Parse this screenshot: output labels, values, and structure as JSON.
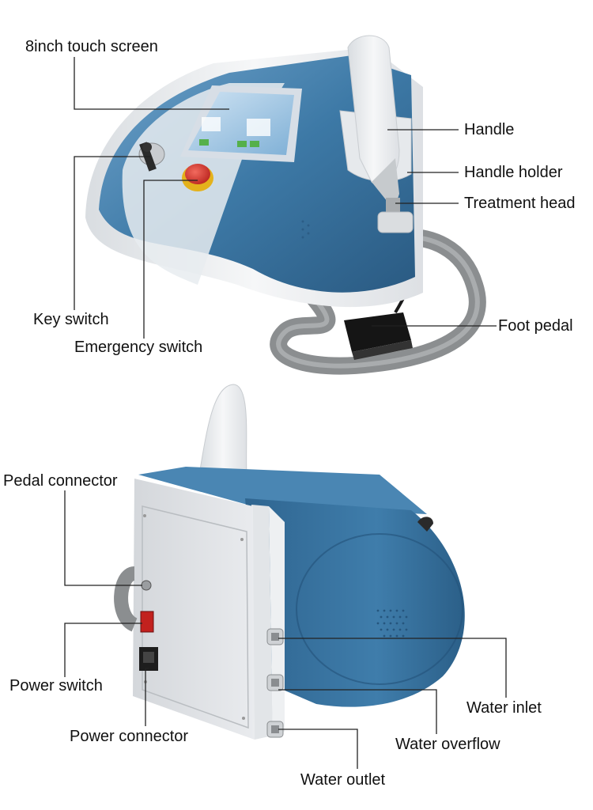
{
  "colors": {
    "shell_blue": "#3d79a6",
    "shell_blue_dark": "#2a5a82",
    "shell_white": "#eef0f2",
    "panel_grey": "#dcdfe3",
    "hose_grey": "#8b8e90",
    "emergency_red": "#d8322b",
    "screen_blue": "#9fc6e4",
    "leader_line": "#222222"
  },
  "top_view": {
    "labels": {
      "touch_screen": "8inch touch screen",
      "handle": "Handle",
      "handle_holder": "Handle holder",
      "treatment_head": "Treatment head",
      "key_switch": "Key switch",
      "emergency_switch": "Emergency switch",
      "foot_pedal": "Foot pedal"
    }
  },
  "back_view": {
    "labels": {
      "pedal_connector": "Pedal connector",
      "power_switch": "Power switch",
      "power_connector": "Power connector",
      "water_inlet": "Water inlet",
      "water_overflow": "Water overflow",
      "water_outlet": "Water outlet"
    }
  }
}
